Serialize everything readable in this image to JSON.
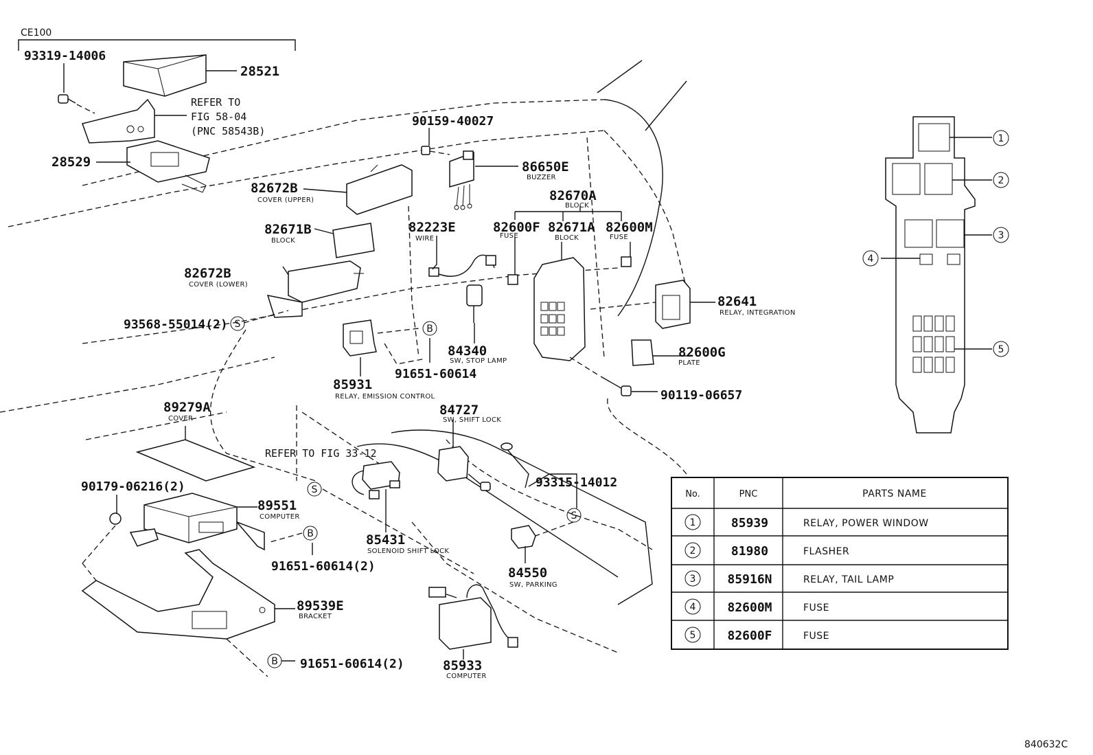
{
  "corner_top_left": "CE100",
  "corner_bottom_right": "840632C",
  "callouts": [
    {
      "id": "c1",
      "pnc": "93319-14006",
      "desc": ""
    },
    {
      "id": "c2",
      "pnc": "28521",
      "desc": ""
    },
    {
      "id": "c3",
      "pnc": "28529",
      "desc": ""
    },
    {
      "id": "c4",
      "pnc": "90159-40027",
      "desc": ""
    },
    {
      "id": "c5",
      "pnc": "86650E",
      "desc": "BUZZER"
    },
    {
      "id": "c6",
      "pnc": "82672B",
      "desc": "COVER (UPPER)"
    },
    {
      "id": "c7",
      "pnc": "82670A",
      "desc": "BLOCK"
    },
    {
      "id": "c8",
      "pnc": "82671B",
      "desc": "BLOCK"
    },
    {
      "id": "c9",
      "pnc": "82223E",
      "desc": "WIRE"
    },
    {
      "id": "c10",
      "pnc": "82600F",
      "desc": "FUSE"
    },
    {
      "id": "c11",
      "pnc": "82671A",
      "desc": "BLOCK"
    },
    {
      "id": "c12",
      "pnc": "82600M",
      "desc": "FUSE"
    },
    {
      "id": "c13",
      "pnc": "82672B",
      "desc": "COVER (LOWER)"
    },
    {
      "id": "c14",
      "pnc": "82641",
      "desc": "RELAY, INTEGRATION"
    },
    {
      "id": "c15",
      "pnc": "93568-55014(2)",
      "desc": ""
    },
    {
      "id": "c16",
      "pnc": "84340",
      "desc": "SW, STOP LAMP"
    },
    {
      "id": "c17",
      "pnc": "82600G",
      "desc": "PLATE"
    },
    {
      "id": "c18",
      "pnc": "85931",
      "desc": "RELAY, EMISSION CONTROL"
    },
    {
      "id": "c19",
      "pnc": "91651-60614",
      "desc": ""
    },
    {
      "id": "c20",
      "pnc": "90119-06657",
      "desc": ""
    },
    {
      "id": "c21",
      "pnc": "89279A",
      "desc": "COVER"
    },
    {
      "id": "c22",
      "pnc": "84727",
      "desc": "SW, SHIFT LOCK"
    },
    {
      "id": "c23",
      "pnc": "90179-06216(2)",
      "desc": ""
    },
    {
      "id": "c24",
      "pnc": "93315-14012",
      "desc": ""
    },
    {
      "id": "c25",
      "pnc": "89551",
      "desc": "COMPUTER"
    },
    {
      "id": "c26",
      "pnc": "85431",
      "desc": "SOLENOID SHIFT LOCK"
    },
    {
      "id": "c27",
      "pnc": "91651-60614(2)",
      "desc": ""
    },
    {
      "id": "c28",
      "pnc": "84550",
      "desc": "SW, PARKING"
    },
    {
      "id": "c29",
      "pnc": "89539E",
      "desc": "BRACKET"
    },
    {
      "id": "c30",
      "pnc": "91651-60614(2)",
      "desc": ""
    },
    {
      "id": "c31",
      "pnc": "85933",
      "desc": "COMPUTER"
    }
  ],
  "notes": {
    "refer_58": [
      "REFER TO",
      "FIG 58-04",
      "(PNC 58543B)"
    ],
    "refer_33": "REFER TO FIG 33-12"
  },
  "symbols": {
    "s": "S",
    "b": "B"
  },
  "relay_block_markers": [
    "1",
    "2",
    "3",
    "4",
    "5"
  ],
  "parts_table": {
    "headers": [
      "No.",
      "PNC",
      "PARTS NAME"
    ],
    "rows": [
      {
        "no": "1",
        "pnc": "85939",
        "name": "RELAY, POWER WINDOW"
      },
      {
        "no": "2",
        "pnc": "81980",
        "name": "FLASHER"
      },
      {
        "no": "3",
        "pnc": "85916N",
        "name": "RELAY, TAIL LAMP"
      },
      {
        "no": "4",
        "pnc": "82600M",
        "name": "FUSE"
      },
      {
        "no": "5",
        "pnc": "82600F",
        "name": "FUSE"
      }
    ]
  }
}
